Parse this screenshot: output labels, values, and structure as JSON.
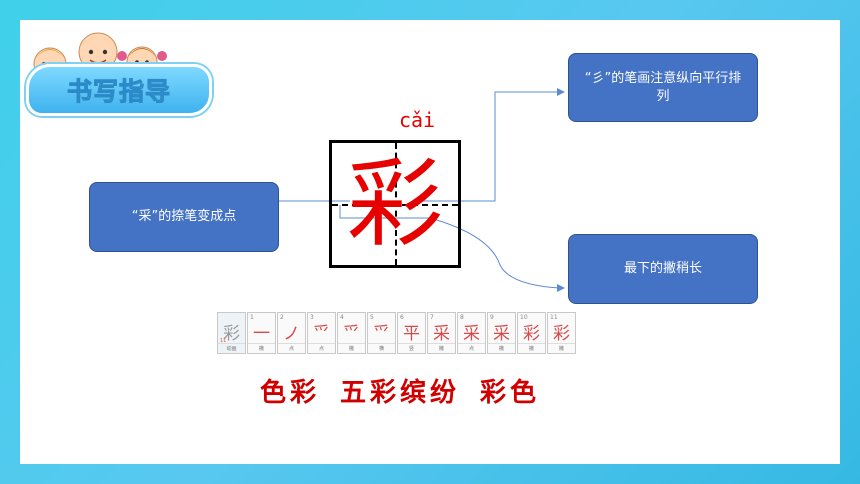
{
  "header": {
    "title": "书写指导"
  },
  "character": {
    "pinyin": "cǎi",
    "glyph": "彩"
  },
  "annotations": {
    "left": "“采”的捺笔变成点",
    "top": "“彡”的笔画注意纵向平行排列",
    "bottom": "最下的撇稍长"
  },
  "stroke_order": {
    "cells": [
      {
        "num": "",
        "glyph": "彩",
        "name": "动画",
        "sub": "11"
      },
      {
        "num": "1",
        "glyph": "一",
        "name": "撇"
      },
      {
        "num": "2",
        "glyph": "ノ",
        "name": "点"
      },
      {
        "num": "3",
        "glyph": "爫",
        "name": "点"
      },
      {
        "num": "4",
        "glyph": "爫",
        "name": "撇"
      },
      {
        "num": "5",
        "glyph": "爫",
        "name": "横"
      },
      {
        "num": "6",
        "glyph": "平",
        "name": "竖"
      },
      {
        "num": "7",
        "glyph": "采",
        "name": "撇"
      },
      {
        "num": "8",
        "glyph": "采",
        "name": "点"
      },
      {
        "num": "9",
        "glyph": "采",
        "name": "撇"
      },
      {
        "num": "10",
        "glyph": "彩",
        "name": "撇"
      },
      {
        "num": "11",
        "glyph": "彩",
        "name": "撇"
      }
    ]
  },
  "words": [
    "色彩",
    "五彩缤纷",
    "彩色"
  ],
  "colors": {
    "background": "#3fd0ea",
    "box": "#4472c4",
    "accent_red": "#e60000"
  }
}
